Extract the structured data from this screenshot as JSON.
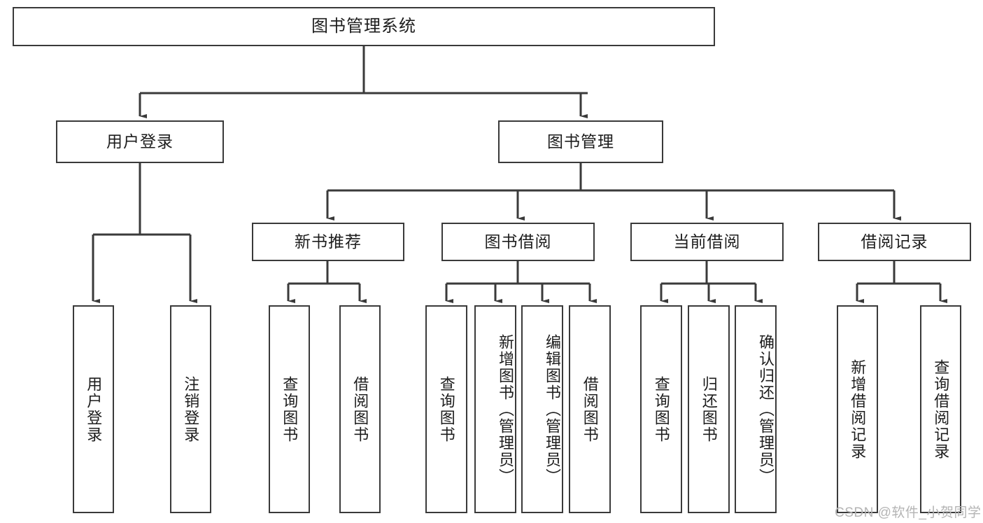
{
  "diagram": {
    "type": "tree",
    "title": "图书管理系统",
    "root": {
      "label": "图书管理系统"
    },
    "level1": [
      {
        "label": "用户登录"
      },
      {
        "label": "图书管理"
      }
    ],
    "level2": [
      {
        "label": "新书推荐"
      },
      {
        "label": "图书借阅"
      },
      {
        "label": "当前借阅"
      },
      {
        "label": "借阅记录"
      }
    ],
    "leaves": {
      "user_login": [
        {
          "label": "用户登录"
        },
        {
          "label": "注销登录"
        }
      ],
      "new_book_recommend": [
        {
          "label": "查询图书"
        },
        {
          "label": "借阅图书"
        }
      ],
      "book_borrow": [
        {
          "label": "查询图书"
        },
        {
          "label": "新增图书（管理员）"
        },
        {
          "label": "编辑图书（管理员）"
        },
        {
          "label": "借阅图书"
        }
      ],
      "current_borrow": [
        {
          "label": "查询图书"
        },
        {
          "label": "归还图书"
        },
        {
          "label": "确认归还（管理员）"
        }
      ],
      "borrow_record": [
        {
          "label": "新增借阅记录"
        },
        {
          "label": "查询借阅记录"
        }
      ]
    }
  },
  "watermark": {
    "text": "CSDN @软件_小贺同学"
  },
  "colors": {
    "stroke": "#3a3a3a",
    "text": "#1d1d1d",
    "background": "#ffffff",
    "watermark": "#b4b4b4"
  }
}
